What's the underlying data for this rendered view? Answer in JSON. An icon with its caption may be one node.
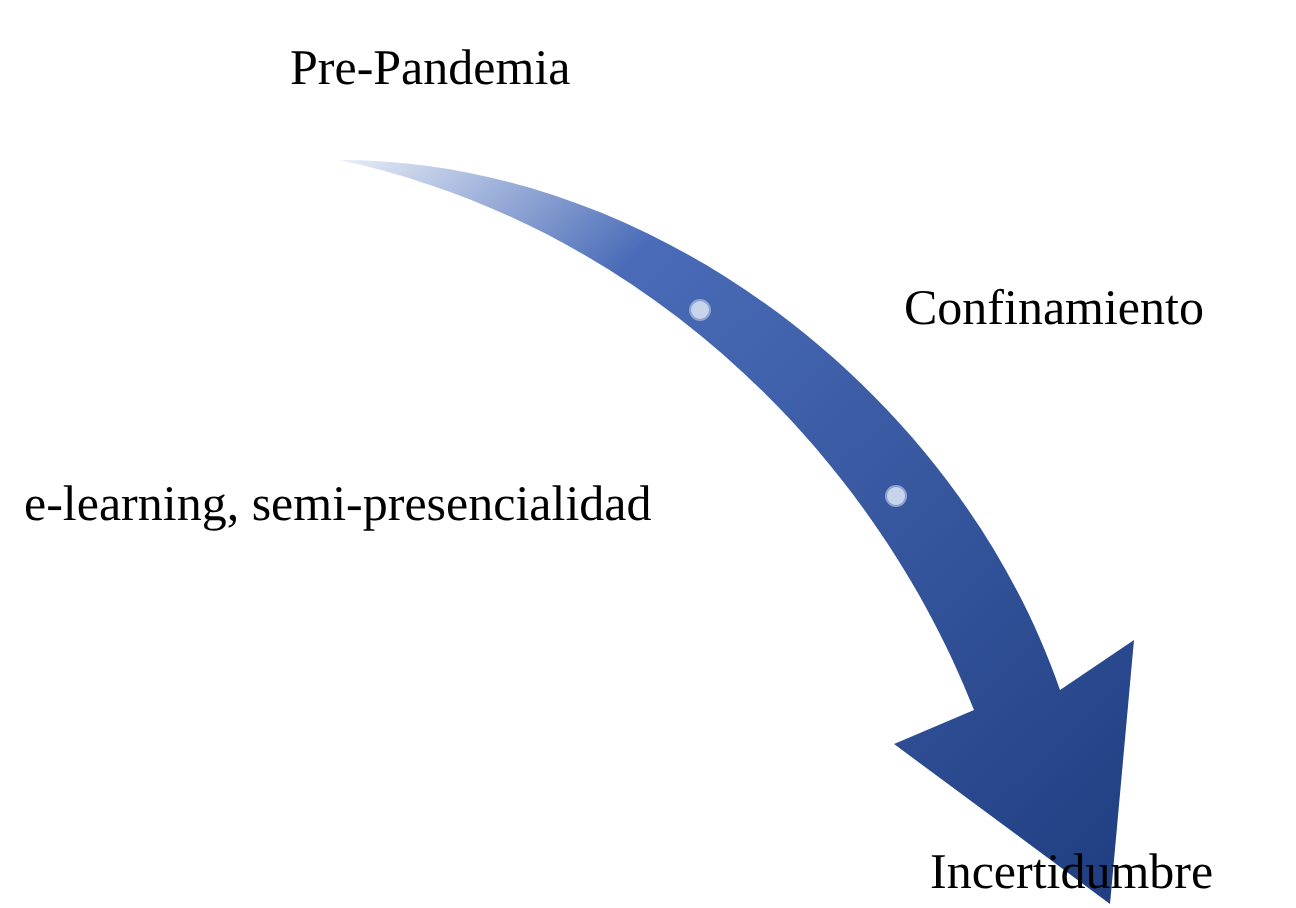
{
  "diagram": {
    "labels": [
      "Pre-Pandemia",
      "Confinamiento",
      "e-learning, semi-presencialidad",
      "Incertidumbre"
    ]
  }
}
